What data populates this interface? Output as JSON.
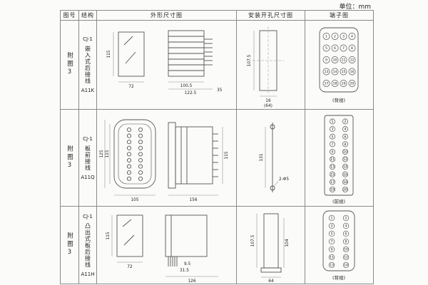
{
  "unit_label": "单位：mm",
  "headers": {
    "fig": "图号",
    "structure": "结构",
    "outline": "外形尺寸图",
    "install": "安装开孔尺寸图",
    "terminal": "端子图"
  },
  "rows": [
    {
      "fig_no": "附图3",
      "model": "CJ-1",
      "mount": "嵌入式后接线",
      "code": "A11K",
      "outline": {
        "dims": [
          "115",
          "72",
          "100.5",
          "122.5",
          "35"
        ]
      },
      "install": {
        "dims": [
          "107.5",
          "16",
          "(64)"
        ]
      },
      "terminal": {
        "numbers": [
          "1",
          "2",
          "3",
          "4",
          "5",
          "6",
          "7",
          "8",
          "9",
          "10",
          "11",
          "12",
          "13",
          "14",
          "15",
          "16",
          "17",
          "18",
          "19",
          "20"
        ],
        "caption": "(背视)"
      }
    },
    {
      "fig_no": "附图3",
      "model": "CJ-1",
      "mount": "板前接线",
      "code": "A11Q",
      "outline": {
        "dims": [
          "125",
          "115",
          "105",
          "156",
          "115"
        ]
      },
      "install": {
        "dims": [
          "131",
          "2-Φ5"
        ]
      },
      "terminal": {
        "numbers": [
          "1",
          "2",
          "3",
          "4",
          "5",
          "6",
          "7",
          "8",
          "9",
          "10",
          "11",
          "12",
          "13",
          "14",
          "15",
          "16",
          "17",
          "18",
          "19",
          "20"
        ],
        "caption": "(前视)"
      }
    },
    {
      "fig_no": "附图3",
      "model": "CJ-1",
      "mount": "凸出式板后接线",
      "code": "A11H",
      "outline": {
        "dims": [
          "115",
          "72",
          "9.5",
          "31.5",
          "126"
        ]
      },
      "install": {
        "dims": [
          "107.5",
          "104",
          "64"
        ]
      },
      "terminal": {
        "numbers": [
          "1",
          "2",
          "3",
          "4",
          "5",
          "6",
          "7",
          "8",
          "9",
          "10",
          "11",
          "12",
          "13",
          "14"
        ],
        "caption": "(背视)"
      }
    }
  ]
}
